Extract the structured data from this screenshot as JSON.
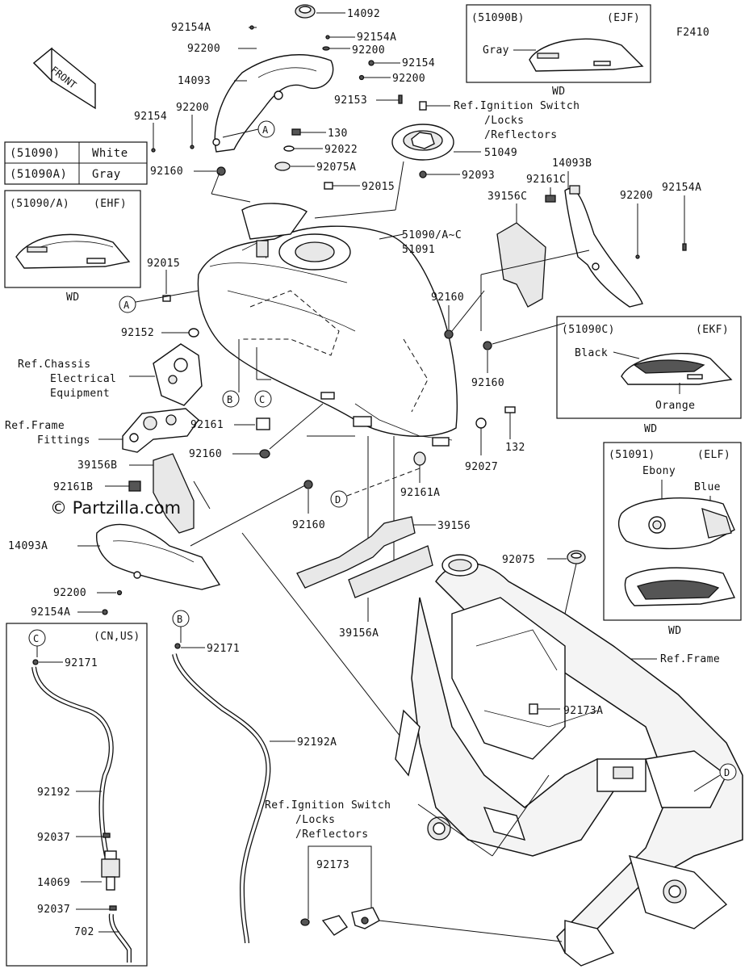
{
  "figure_code": "F2410",
  "front_label": "FRONT",
  "watermark": "© Partzilla.com",
  "part_labels": {
    "p14092": "14092",
    "p92154A_top": "92154A",
    "p92200_top": "92200",
    "p14093": "14093",
    "p92154A_r": "92154A",
    "p92200_r": "92200",
    "p92154_r": "92154",
    "p92200_r2": "92200",
    "p92153": "92153",
    "p92154_l": "92154",
    "p92200_l": "92200",
    "p130": "130",
    "p92022": "92022",
    "p92160_a": "92160",
    "p92075A": "92075A",
    "p51049": "51049",
    "p92093": "92093",
    "p92015_a": "92015",
    "p14093B": "14093B",
    "p92161C": "92161C",
    "p39156C": "39156C",
    "p92200_b": "92200",
    "p92154A_b": "92154A",
    "p51090AC": "51090/A~C",
    "p51091": "51091",
    "p92015_b": "92015",
    "p92160_b": "92160",
    "p92152": "92152",
    "p92160_c": "92160",
    "p92161": "92161",
    "p92160_d": "92160",
    "p132": "132",
    "p92027": "92027",
    "p39156B": "39156B",
    "p92161B": "92161B",
    "p92161A": "92161A",
    "p92160_e": "92160",
    "p39156": "39156",
    "p14093A": "14093A",
    "p92200_c": "92200",
    "p92154A_c": "92154A",
    "p39156A": "39156A",
    "p92075": "92075",
    "p92171_b": "92171",
    "p92192A": "92192A",
    "p92173A": "92173A",
    "p92173": "92173",
    "p92171_c": "92171",
    "p92192": "92192",
    "p92037_a": "92037",
    "p14069": "14069",
    "p92037_b": "92037",
    "p702": "702"
  },
  "references": {
    "ignition_top": [
      "Ref.Ignition Switch",
      "/Locks",
      "/Reflectors"
    ],
    "chassis": [
      "Ref.Chassis",
      "Electrical",
      "Equipment"
    ],
    "frame_fittings": [
      "Ref.Frame",
      "Fittings"
    ],
    "frame": "Ref.Frame",
    "ignition_bottom": [
      "Ref.Ignition Switch",
      "/Locks",
      "/Reflectors"
    ]
  },
  "callouts": {
    "a": "A",
    "b": "B",
    "c": "C",
    "d": "D"
  },
  "color_table": [
    {
      "code": "(51090)",
      "color": "White"
    },
    {
      "code": "(51090A)",
      "color": "Gray"
    }
  ],
  "insets": {
    "ehf": {
      "code": "(51090/A)",
      "region": "(EHF)",
      "caption": "WD"
    },
    "ejf": {
      "code": "(51090B)",
      "region": "(EJF)",
      "color": "Gray",
      "caption": "WD"
    },
    "ekf": {
      "code": "(51090C)",
      "region": "(EKF)",
      "color1": "Black",
      "color2": "Orange",
      "caption": "WD"
    },
    "elf": {
      "code": "(51091)",
      "region": "(ELF)",
      "color1": "Ebony",
      "color2": "Blue",
      "caption": "WD"
    }
  },
  "hose_box": {
    "region": "(CN,US)"
  }
}
